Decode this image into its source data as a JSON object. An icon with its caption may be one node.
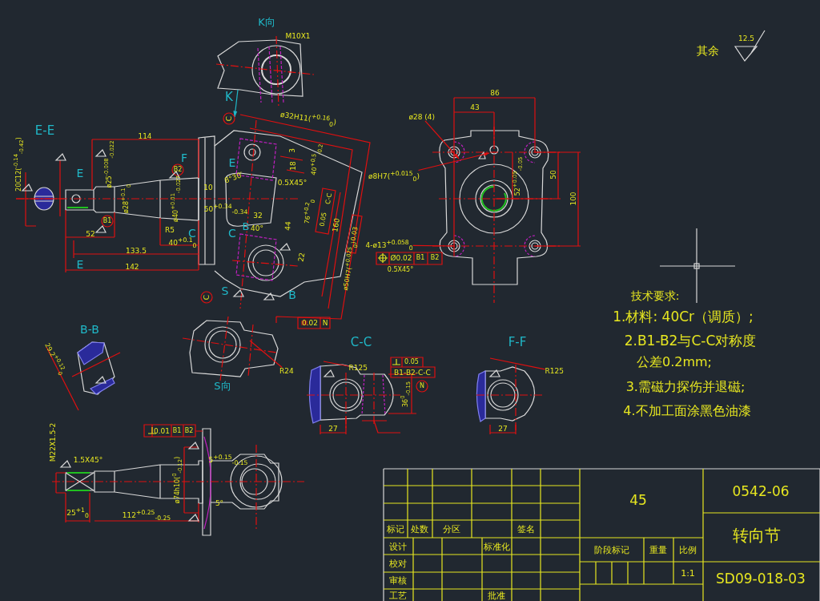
{
  "diagram": {
    "nodes": [
      {
        "text": [
          "ø28 (4)"
        ]
      },
      {
        "text": [
          "ø8H7($^{+0.015}$$_{0}$)"
        ]
      },
      {
        "text": [
          "4-ø13$^{+0.058}$$_{0}$"
        ]
      },
      {
        "text": [
          "R24"
        ]
      },
      {
        "text": [
          "R125"
        ]
      },
      {
        "text": [
          "R125"
        ]
      }
    ],
    "edges": [
      {
        "from": 0,
        "to": null,
        "arrow": "to"
      },
      {
        "from": 1,
        "to": null,
        "arrow": "to"
      },
      {
        "from": 2,
        "to": null,
        "arrow": "none"
      },
      {
        "from": 3,
        "to": null,
        "arrow": "none"
      },
      {
        "from": 4,
        "to": null,
        "arrow": "none"
      },
      {
        "from": 5,
        "to": null,
        "arrow": "none"
      }
    ],
    "labels": [
      "K向",
      "M10X1",
      "K",
      "ø32H11($^{+0.16}$$_{0}$)",
      "E-E",
      "114",
      "20C12($^{-0.14}$$_{-0.42}$)",
      "ø25$^{-0.008}$$_{-0.022}$",
      "F",
      "E",
      "E",
      "B2",
      "3",
      "18",
      "40$^{+0.5}$$_{-0.2}$",
      "0.5X45°",
      "8°30′",
      "10",
      "ø28$^{+0.1}$$_{0}$",
      "ø40$^{+0.01}$$_{-0.027}$",
      "50$^{+0.34}$$_{-0.34}$",
      "C-C",
      "0.05",
      "76$^{+0.2}$$_{0}$",
      "32",
      "B",
      "40°",
      "44",
      "160",
      "0.03",
      "B1",
      "R5",
      "C",
      "C",
      "52",
      "40$^{+0.1}$$_{0}$",
      "22",
      "133.5",
      "E",
      "142",
      "ø50H7($^{+0.025}$$_{0}$)",
      "S",
      "B",
      "0.02",
      "N",
      "86",
      "43",
      "52$^{+0.05}$$_{-0.05}$",
      "50",
      "100",
      "Ø0.02",
      "B1",
      "B2",
      "0.5X45°",
      "其余",
      "12.5",
      "技术要求:",
      "1.材料: 40Cr（调质）;",
      "2.B1-B2与C-C对称度",
      "公差0.2mm;",
      "3.需磁力探伤并退磁;",
      "4.不加工面涂黑色油漆",
      "B-B",
      "29.2$^{+0.12}$$_{0}$",
      "S向",
      "M22X1.5-2",
      "0.01",
      "B1",
      "B2",
      "1.5X45°",
      "ø74h10($^{0}$$_{-0.12}$)",
      "5$^{+0.15}$$_{-0.15}$",
      "5°",
      "25$^{+1}$$_{0}$",
      "112$^{+0.25}$$_{-0.25}$",
      "C-C",
      "0.05",
      "B1-B2-C-C",
      "N",
      "36$^{0}$$_{-0.15}$",
      "27",
      "F-F",
      "27",
      "45",
      "0542-06",
      "转向节",
      "标记",
      "处数",
      "分区",
      "签名",
      "设计",
      "标准化",
      "阶段标记",
      "重量",
      "比例",
      "校对",
      "1:1",
      "审核",
      "SD09-018-03",
      "工艺",
      "批准",
      "C",
      "C"
    ]
  }
}
